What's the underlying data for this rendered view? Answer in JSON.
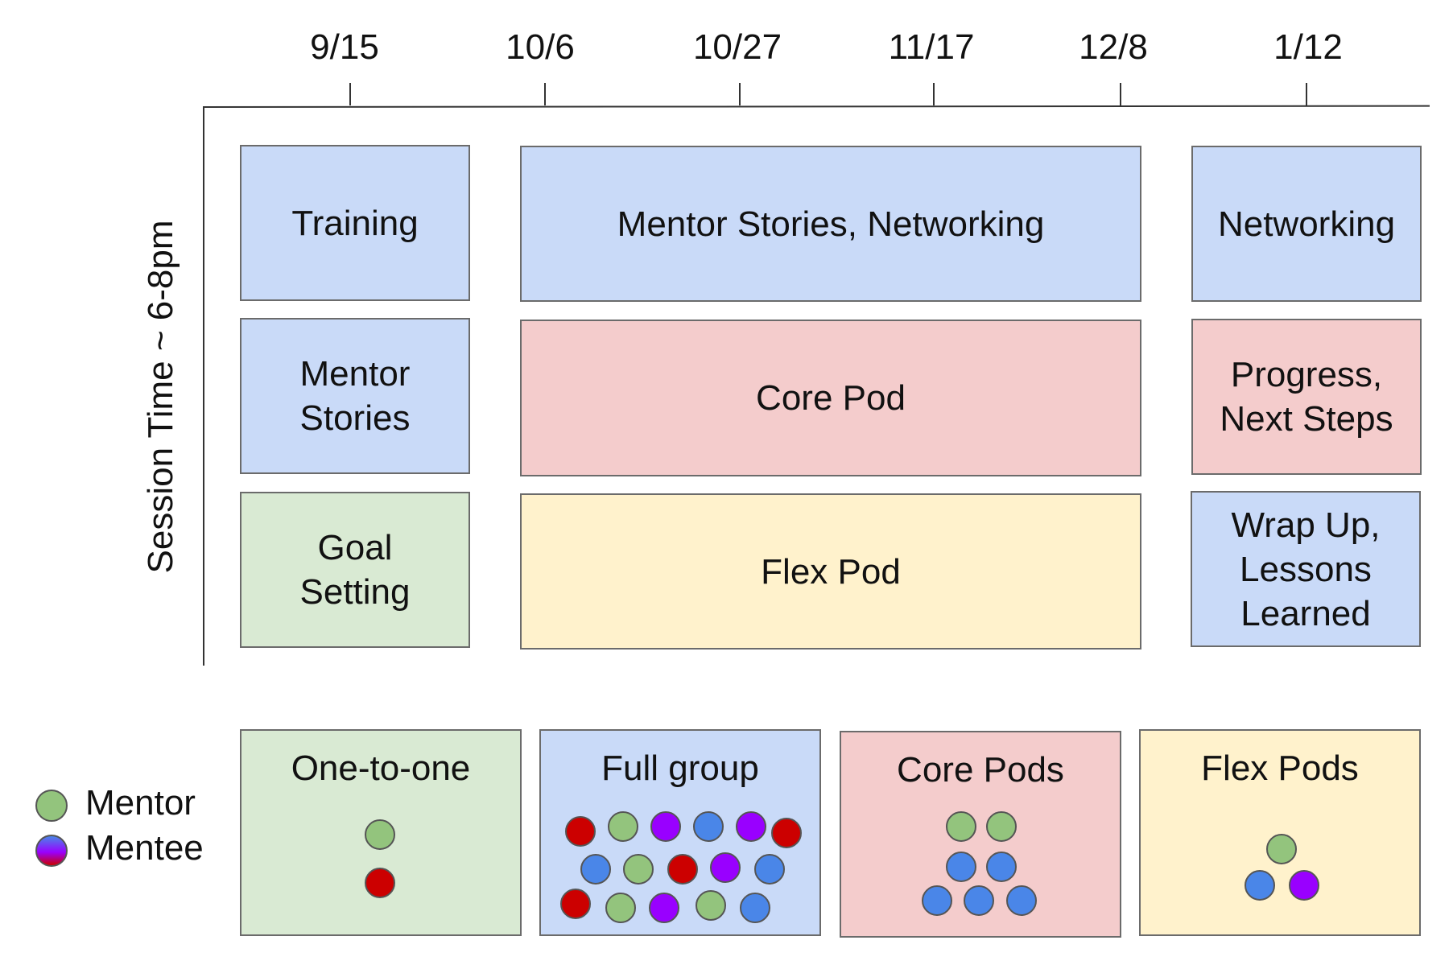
{
  "timeline": {
    "dates": [
      "9/15",
      "10/6",
      "10/27",
      "11/17",
      "12/8",
      "1/12"
    ],
    "y_axis_label": "Session Time ~ 6-8pm"
  },
  "blocks": {
    "training": "Training",
    "mentor_stories_networking": "Mentor Stories, Networking",
    "networking": "Networking",
    "mentor_stories": "Mentor\nStories",
    "core_pod": "Core Pod",
    "progress_next_steps": "Progress,\nNext Steps",
    "goal_setting": "Goal\nSetting",
    "flex_pod": "Flex Pod",
    "wrap_up": "Wrap Up,\nLessons\nLearned"
  },
  "groupings": {
    "one_to_one": "One-to-one",
    "full_group": "Full group",
    "core_pods": "Core Pods",
    "flex_pods": "Flex Pods"
  },
  "legend": {
    "mentor": "Mentor",
    "mentee": "Mentee"
  },
  "colors": {
    "blue_block": "#c9daf8",
    "red_block": "#f4cccc",
    "green_block": "#d9ead3",
    "yellow_block": "#fff2cc",
    "mentor_dot": "#93c47d",
    "mentee_red": "#cc0000",
    "mentee_purple": "#9900ff",
    "mentee_blue": "#4a86e8"
  }
}
